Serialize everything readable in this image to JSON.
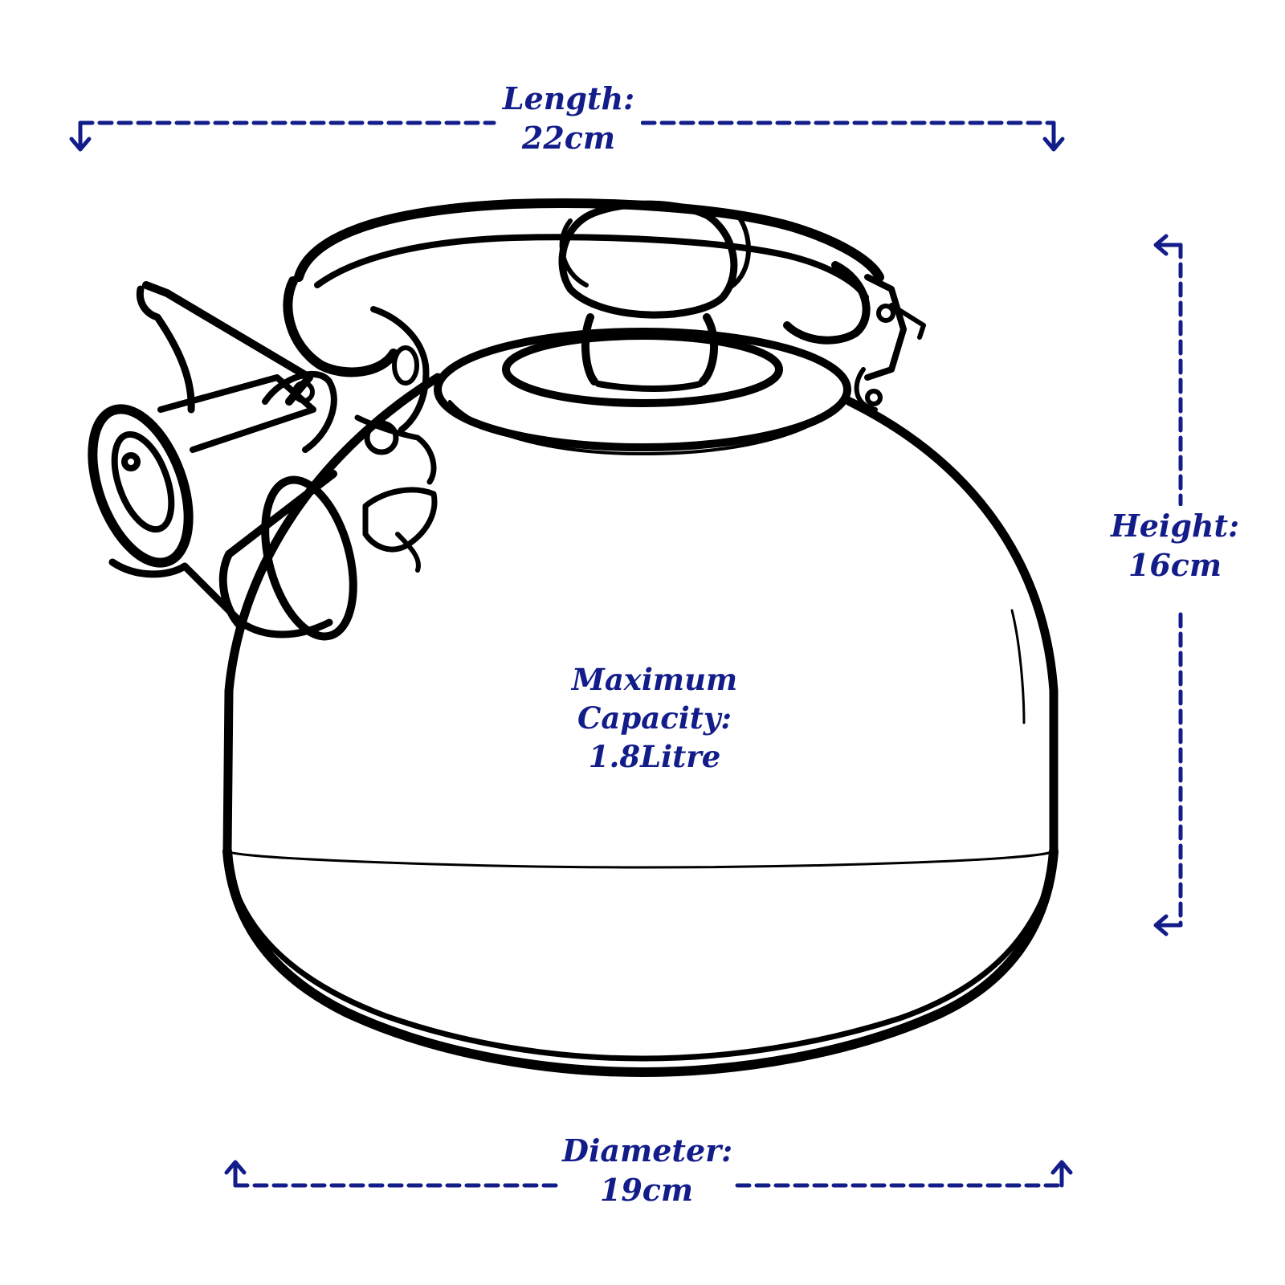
{
  "colors": {
    "dimension": "#131d8a",
    "outline": "#000000",
    "background": "#ffffff"
  },
  "dimensions": {
    "length": {
      "label": "Length:",
      "value": "22cm"
    },
    "height": {
      "label": "Height:",
      "value": "16cm"
    },
    "diameter": {
      "label": "Diameter:",
      "value": "19cm"
    }
  },
  "capacity": {
    "line1": "Maximum",
    "line2": "Capacity:",
    "line3": "1.8Litre"
  }
}
